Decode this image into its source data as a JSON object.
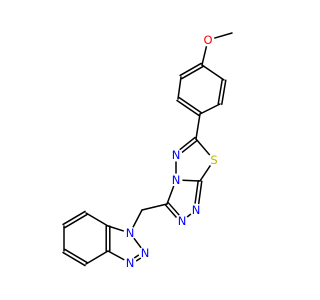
{
  "molecule": {
    "colors": {
      "bond": "#000000",
      "carbon": "#000000",
      "N": "#0000ff",
      "O": "#ff0000",
      "S": "#b8b800",
      "background": "#ffffff"
    },
    "atom_labels": {
      "o1": "O",
      "s1": "S",
      "n_td3": "N",
      "n_td4": "N",
      "n_tr1": "N",
      "n_tr2": "N",
      "n_bt1": "N",
      "n_bt2": "N",
      "n_bt3": "N"
    }
  }
}
